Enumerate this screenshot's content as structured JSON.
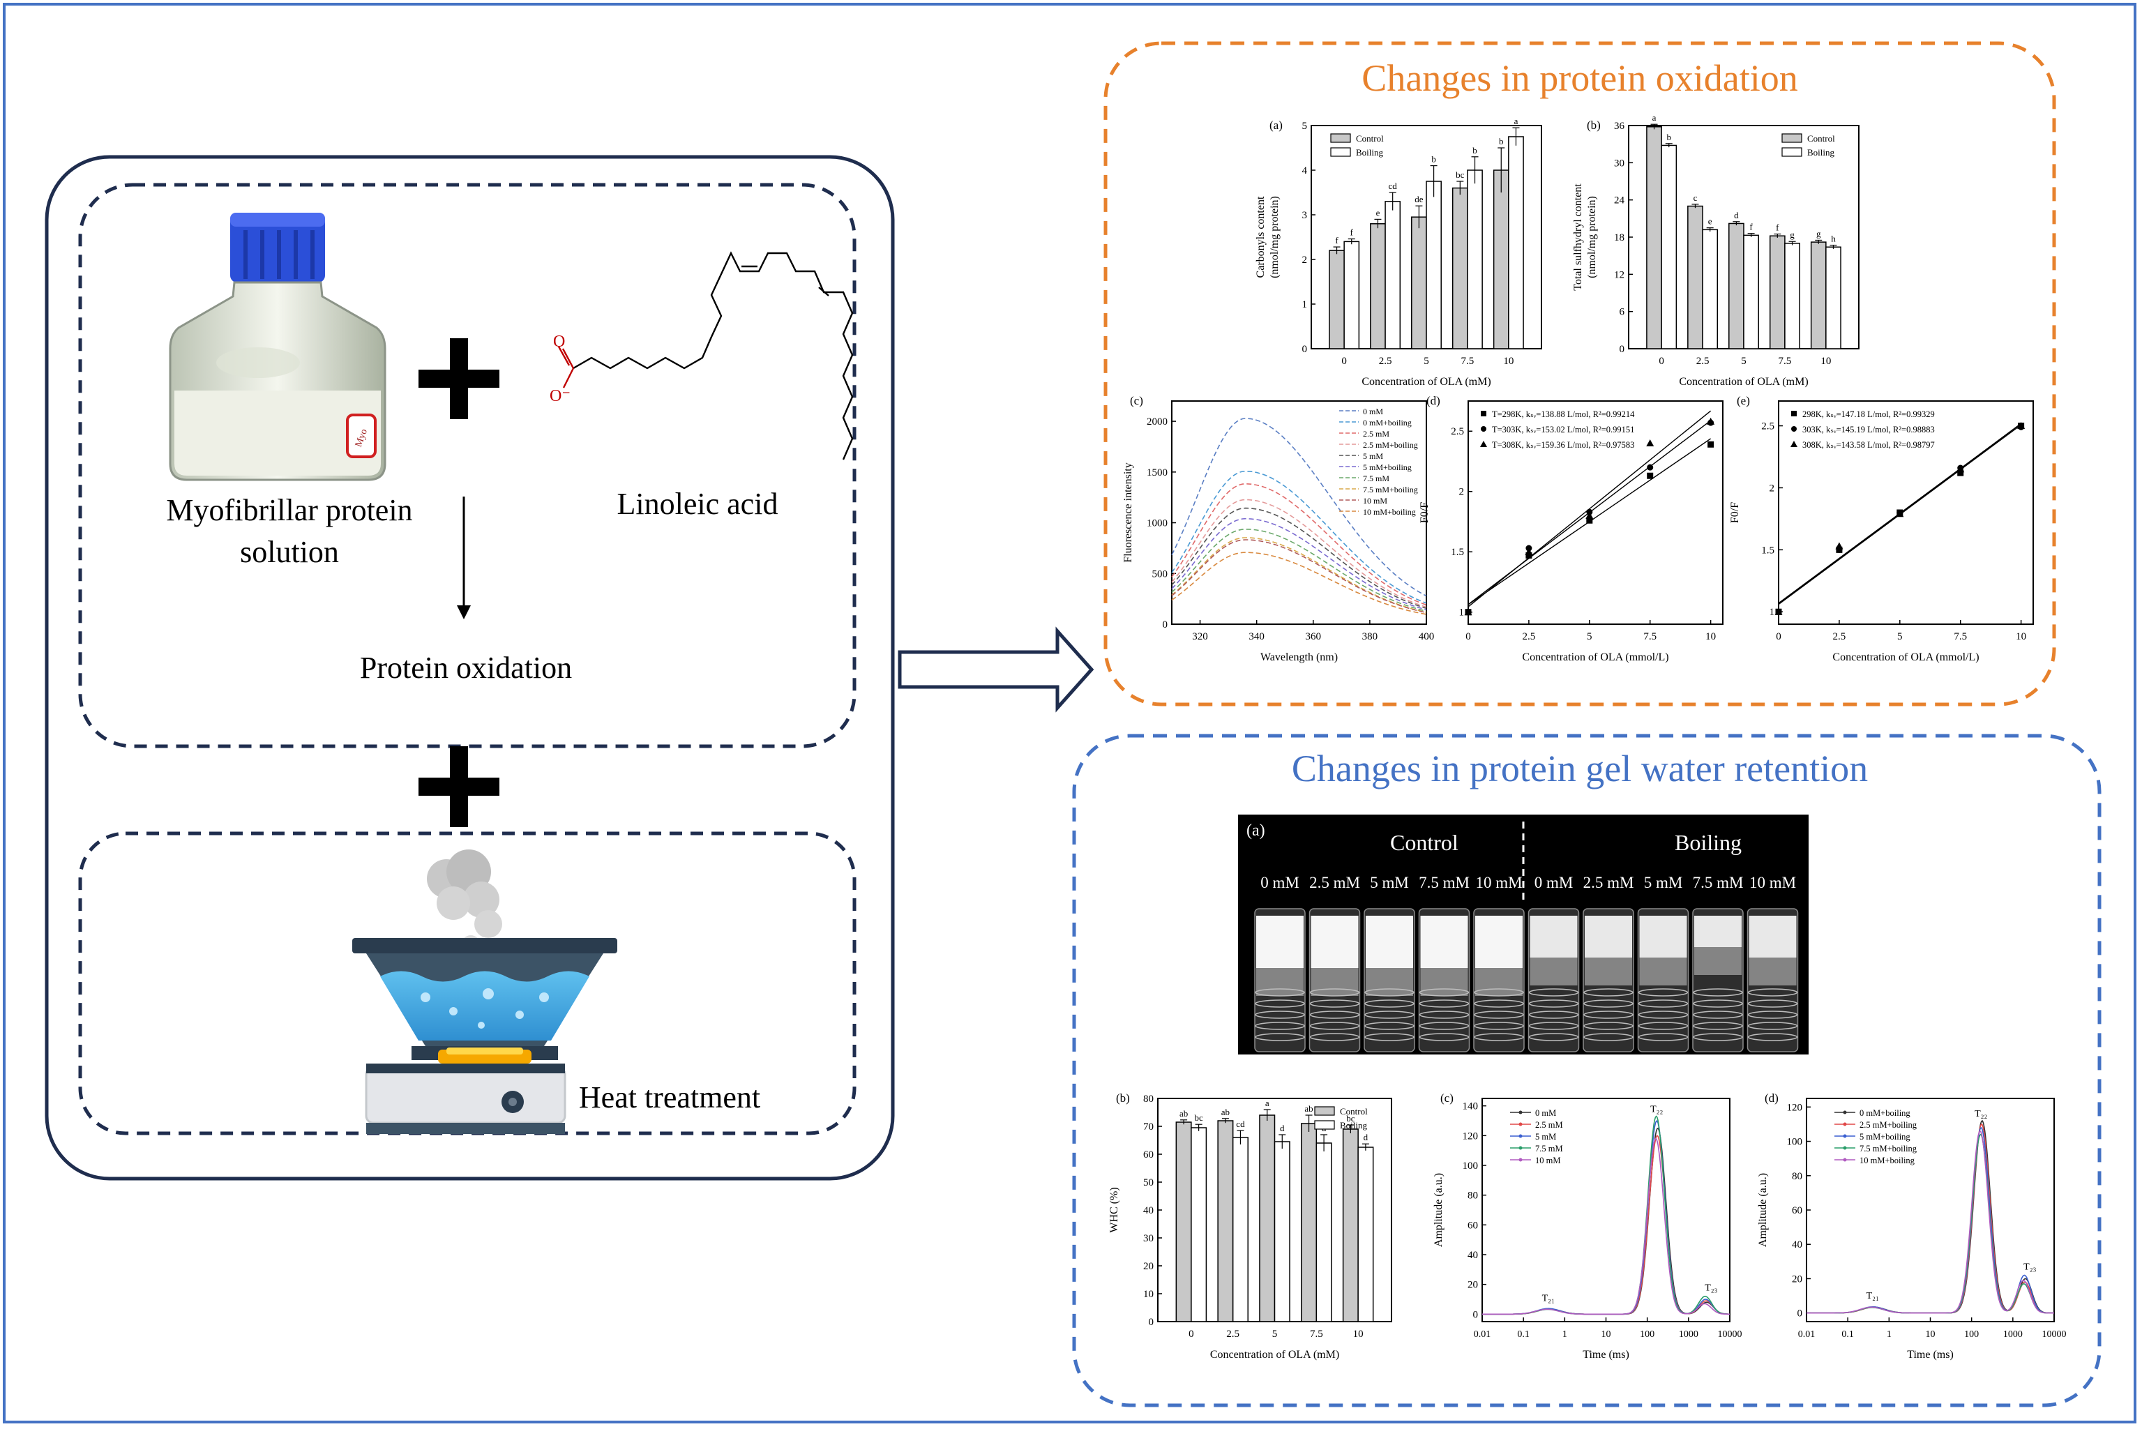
{
  "left_panel": {
    "ingredient_1": [
      "Myofibrillar protein",
      "solution"
    ],
    "ingredient_2": "Linoleic acid",
    "process": "Protein oxidation",
    "treatment": "Heat treatment",
    "fatty_acid_charge": "O⁻",
    "fatty_acid_oxygen": "O",
    "bottle_label": "Myo"
  },
  "sections": {
    "oxidation_title": "Changes in protein oxidation",
    "gel_title": "Changes in protein  gel water retention"
  },
  "colors": {
    "frame": "#4472c4",
    "dark_box": "#1f2d4e",
    "oxidation_border": "#e7812c",
    "gel_border": "#4472c4",
    "bar_control": "#c8c8c8",
    "bar_boiling": "#ffffff"
  },
  "photo": {
    "panel_label": "(a)",
    "control_label": "Control",
    "boiling_label": "Boiling",
    "tube_labels": [
      "0 mM",
      "2.5 mM",
      "5 mM",
      "7.5 mM",
      "10 mM",
      "0 mM",
      "2.5 mM",
      "5 mM",
      "7.5 mM",
      "10 mM"
    ]
  },
  "chart_data": [
    {
      "id": "ox-a",
      "panel": "(a)",
      "type": "bar",
      "xlabel": "Concentration of OLA (mM)",
      "ylabel": [
        "Carbonyls content",
        "(nmol/mg protein)"
      ],
      "categories": [
        "0",
        "2.5",
        "5",
        "7.5",
        "10"
      ],
      "ylim": [
        0,
        5
      ],
      "yticks": [
        0,
        1,
        2,
        3,
        4,
        5
      ],
      "series": [
        {
          "name": "Control",
          "values": [
            2.2,
            2.8,
            2.95,
            3.6,
            4.0
          ],
          "errors": [
            0.08,
            0.1,
            0.25,
            0.15,
            0.5
          ],
          "letters": [
            "f",
            "e",
            "de",
            "bc",
            "b"
          ]
        },
        {
          "name": "Boiling",
          "values": [
            2.4,
            3.3,
            3.75,
            4.0,
            4.75
          ],
          "errors": [
            0.06,
            0.2,
            0.35,
            0.3,
            0.2
          ],
          "letters": [
            "f",
            "cd",
            "b",
            "b",
            "a"
          ]
        }
      ],
      "legend_position": "top-left"
    },
    {
      "id": "ox-b",
      "panel": "(b)",
      "type": "bar",
      "xlabel": "Concentration of OLA (mM)",
      "ylabel": [
        "Total sulfhydryl content",
        "(nmol/mg protein)"
      ],
      "categories": [
        "0",
        "2.5",
        "5",
        "7.5",
        "10"
      ],
      "ylim": [
        0,
        36
      ],
      "yticks": [
        0,
        6,
        12,
        18,
        24,
        30,
        36
      ],
      "series": [
        {
          "name": "Control",
          "values": [
            35.8,
            23.0,
            20.2,
            18.2,
            17.2
          ],
          "errors": [
            0.4,
            0.3,
            0.3,
            0.3,
            0.3
          ],
          "letters": [
            "a",
            "c",
            "d",
            "f",
            "g"
          ]
        },
        {
          "name": "Boiling",
          "values": [
            32.8,
            19.2,
            18.3,
            17.0,
            16.4
          ],
          "errors": [
            0.3,
            0.3,
            0.3,
            0.3,
            0.3
          ],
          "letters": [
            "b",
            "e",
            "f",
            "g",
            "h"
          ]
        }
      ],
      "legend_position": "top-right"
    },
    {
      "id": "ox-c",
      "panel": "(c)",
      "type": "line",
      "xlabel": "Wavelength (nm)",
      "ylabel": "Fluorescence intensity",
      "xlim": [
        310,
        400
      ],
      "ylim": [
        0,
        2200
      ],
      "xticks": [
        320,
        340,
        360,
        380,
        400
      ],
      "yticks": [
        0,
        500,
        1000,
        1500,
        2000
      ],
      "peak_x": 336,
      "series": [
        {
          "name": "0 mM",
          "peak": 1950,
          "color": "#5b7fc4"
        },
        {
          "name": "0 mM+boiling",
          "peak": 1450,
          "color": "#4a9ad4"
        },
        {
          "name": "2.5 mM",
          "peak": 1330,
          "color": "#e06a6a"
        },
        {
          "name": "2.5 mM+boiling",
          "peak": 1180,
          "color": "#e49a9a"
        },
        {
          "name": "5 mM",
          "peak": 1100,
          "color": "#555555"
        },
        {
          "name": "5 mM+boiling",
          "peak": 1000,
          "color": "#7a6ad0"
        },
        {
          "name": "7.5 mM",
          "peak": 900,
          "color": "#6aa86a"
        },
        {
          "name": "7.5 mM+boiling",
          "peak": 820,
          "color": "#d9a94a"
        },
        {
          "name": "10 mM",
          "peak": 800,
          "color": "#b05a5a"
        },
        {
          "name": "10 mM+boiling",
          "peak": 680,
          "color": "#d98a40"
        }
      ],
      "legend_position": "top-right"
    },
    {
      "id": "ox-d",
      "panel": "(d)",
      "type": "scatter",
      "xlabel": "Concentration of OLA (mmol/L)",
      "ylabel": "F0/F",
      "xlim": [
        0,
        10.5
      ],
      "ylim": [
        0.9,
        2.75
      ],
      "xticks": [
        0,
        2.5,
        5,
        7.5,
        10
      ],
      "yticks": [
        1.0,
        1.5,
        2.0,
        2.5
      ],
      "series": [
        {
          "name": "T=298K, kₛᵥ=138.88 L/mol, R²=0.99214",
          "marker": "square",
          "x": [
            0,
            2.5,
            5,
            7.5,
            10
          ],
          "y": [
            1.0,
            1.47,
            1.76,
            2.13,
            2.39
          ]
        },
        {
          "name": "T=303K, kₛᵥ=153.02 L/mol, R²=0.99151",
          "marker": "circle",
          "x": [
            0,
            2.5,
            5,
            7.5,
            10
          ],
          "y": [
            1.0,
            1.53,
            1.83,
            2.2,
            2.57
          ]
        },
        {
          "name": "T=308K, kₛᵥ=159.36 L/mol, R²=0.97583",
          "marker": "triangle",
          "x": [
            0,
            2.5,
            5,
            7.5,
            10
          ],
          "y": [
            1.0,
            1.5,
            1.8,
            2.4,
            2.58
          ]
        }
      ],
      "legend_position": "top-left"
    },
    {
      "id": "ox-e",
      "panel": "(e)",
      "type": "scatter",
      "xlabel": "Concentration of OLA (mmol/L)",
      "ylabel": "F0/F",
      "xlim": [
        0,
        10.5
      ],
      "ylim": [
        0.9,
        2.7
      ],
      "xticks": [
        0,
        2.5,
        5,
        7.5,
        10
      ],
      "yticks": [
        1.0,
        1.5,
        2.0,
        2.5
      ],
      "series": [
        {
          "name": "298K, kₛᵥ=147.18 L/mol, R²=0.99329",
          "marker": "square",
          "x": [
            0,
            2.5,
            5,
            7.5,
            10
          ],
          "y": [
            1.0,
            1.5,
            1.8,
            2.12,
            2.5
          ]
        },
        {
          "name": "303K, kₛᵥ=145.19 L/mol, R²=0.98883",
          "marker": "circle",
          "x": [
            0,
            2.5,
            5,
            7.5,
            10
          ],
          "y": [
            1.0,
            1.5,
            1.8,
            2.16,
            2.49
          ]
        },
        {
          "name": "308K, kₛᵥ=143.58 L/mol, R²=0.98797",
          "marker": "triangle",
          "x": [
            0,
            2.5,
            5,
            7.5,
            10
          ],
          "y": [
            1.0,
            1.53,
            1.79,
            2.15,
            2.5
          ]
        }
      ],
      "legend_position": "top-left"
    },
    {
      "id": "gel-b",
      "panel": "(b)",
      "type": "bar",
      "xlabel": "Concentration of OLA (mM)",
      "ylabel": [
        "WHC (%)"
      ],
      "categories": [
        "0",
        "2.5",
        "5",
        "7.5",
        "10"
      ],
      "ylim": [
        0,
        80
      ],
      "yticks": [
        0,
        10,
        20,
        30,
        40,
        50,
        60,
        70,
        80
      ],
      "series": [
        {
          "name": "Control",
          "values": [
            71.5,
            72.0,
            74.0,
            71.0,
            69.0
          ],
          "errors": [
            0.8,
            0.8,
            2.0,
            3.0,
            1.5
          ],
          "letters": [
            "ab",
            "ab",
            "a",
            "ab",
            "bc"
          ]
        },
        {
          "name": "Boiling",
          "values": [
            69.5,
            66.0,
            64.5,
            64.0,
            62.5
          ],
          "errors": [
            1.2,
            2.5,
            2.5,
            3.0,
            1.2
          ],
          "letters": [
            "bc",
            "cd",
            "d",
            "d",
            "d"
          ]
        }
      ],
      "legend_position": "top-right"
    },
    {
      "id": "gel-c",
      "panel": "(c)",
      "type": "line",
      "xlabel": "Time (ms)",
      "ylabel": "Amplitude (a.u.)",
      "xscale": "log",
      "xlim": [
        0.01,
        10000
      ],
      "xticks": [
        "0.01",
        "0.1",
        "1",
        "10",
        "100",
        "1000",
        "10000"
      ],
      "ylim": [
        -5,
        145
      ],
      "yticks": [
        0,
        20,
        40,
        60,
        80,
        100,
        120,
        140
      ],
      "peaks": {
        "T21": 0.4,
        "T22": 170,
        "T23": 2600
      },
      "annotations": [
        "T₂₁",
        "T₂₂",
        "T₂₃"
      ],
      "series": [
        {
          "name": "0 mM",
          "color": "#333333",
          "amps": [
            3.5,
            125,
            8
          ]
        },
        {
          "name": "2.5 mM",
          "color": "#e04848",
          "amps": [
            3.5,
            120,
            9
          ]
        },
        {
          "name": "5 mM",
          "color": "#3a5fd0",
          "amps": [
            3.8,
            130,
            10
          ]
        },
        {
          "name": "7.5 mM",
          "color": "#2a9d6a",
          "amps": [
            3.2,
            133,
            12
          ]
        },
        {
          "name": "10 mM",
          "color": "#b05ac0",
          "amps": [
            3.3,
            118,
            7
          ]
        }
      ],
      "legend_position": "top-left"
    },
    {
      "id": "gel-d",
      "panel": "(d)",
      "type": "line",
      "xlabel": "Time (ms)",
      "ylabel": "Amplitude (a.u.)",
      "xscale": "log",
      "xlim": [
        0.01,
        10000
      ],
      "xticks": [
        "0.01",
        "0.1",
        "1",
        "10",
        "100",
        "1000",
        "10000"
      ],
      "ylim": [
        -5,
        125
      ],
      "yticks": [
        0,
        20,
        40,
        60,
        80,
        100,
        120
      ],
      "peaks": {
        "T21": 0.4,
        "T22": 170,
        "T23": 1900
      },
      "annotations": [
        "T₂₁",
        "T₂₂",
        "T₂₃"
      ],
      "series": [
        {
          "name": "0 mM+boiling",
          "color": "#333333",
          "amps": [
            3.5,
            112,
            20
          ]
        },
        {
          "name": "2.5 mM+boiling",
          "color": "#e04848",
          "amps": [
            3.3,
            110,
            18
          ]
        },
        {
          "name": "5 mM+boiling",
          "color": "#3a5fd0",
          "amps": [
            3.6,
            108,
            22
          ]
        },
        {
          "name": "7.5 mM+boiling",
          "color": "#2a9d6a",
          "amps": [
            3.2,
            104,
            17
          ]
        },
        {
          "name": "10 mM+boiling",
          "color": "#b05ac0",
          "amps": [
            3.4,
            106,
            19
          ]
        }
      ],
      "legend_position": "top-left"
    }
  ]
}
